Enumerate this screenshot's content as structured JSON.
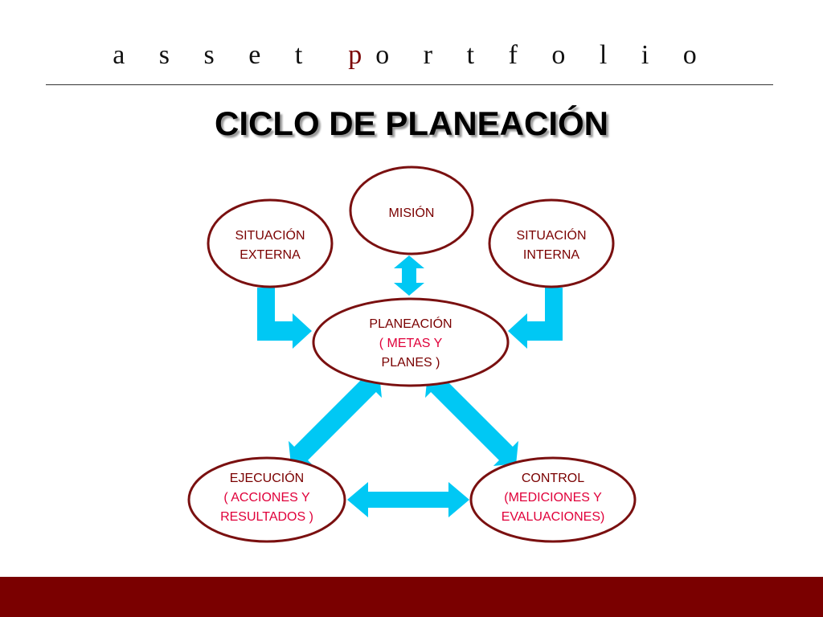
{
  "header": {
    "brand_part1": "a s s e t",
    "brand_accent_letter": "p",
    "brand_part2": "o r t f o l i o",
    "brand_accent_color": "#7a0000"
  },
  "title": "CICLO DE PLANEACIÓN",
  "colors": {
    "node_border": "#7a1010",
    "node_text": "#7a0000",
    "node_subtext": "#e0003a",
    "arrow_fill": "#00c8f4",
    "footer_band": "#7a0000"
  },
  "nodes": {
    "mision": {
      "lines": [
        "MISIÓN"
      ]
    },
    "situacion_externa": {
      "lines": [
        "SITUACIÓN",
        "EXTERNA"
      ]
    },
    "situacion_interna": {
      "lines": [
        "SITUACIÓN",
        "INTERNA"
      ]
    },
    "planeacion": {
      "line1": "PLANEACIÓN",
      "line2": "( METAS Y",
      "line3": "PLANES )"
    },
    "ejecucion": {
      "line1": "EJECUCIÓN",
      "line2": "( ACCIONES Y",
      "line3": "RESULTADOS )"
    },
    "control": {
      "line1": "CONTROL",
      "line2": "(MEDICIONES Y",
      "line3": "EVALUACIONES)"
    }
  },
  "arrows": [
    {
      "name": "arrow-mision-planeacion",
      "type": "double"
    },
    {
      "name": "arrow-externa-to-planeacion",
      "type": "elbow-single"
    },
    {
      "name": "arrow-interna-to-planeacion",
      "type": "elbow-single"
    },
    {
      "name": "arrow-planeacion-ejecucion",
      "type": "double"
    },
    {
      "name": "arrow-planeacion-control",
      "type": "double"
    },
    {
      "name": "arrow-ejecucion-control",
      "type": "double"
    }
  ]
}
